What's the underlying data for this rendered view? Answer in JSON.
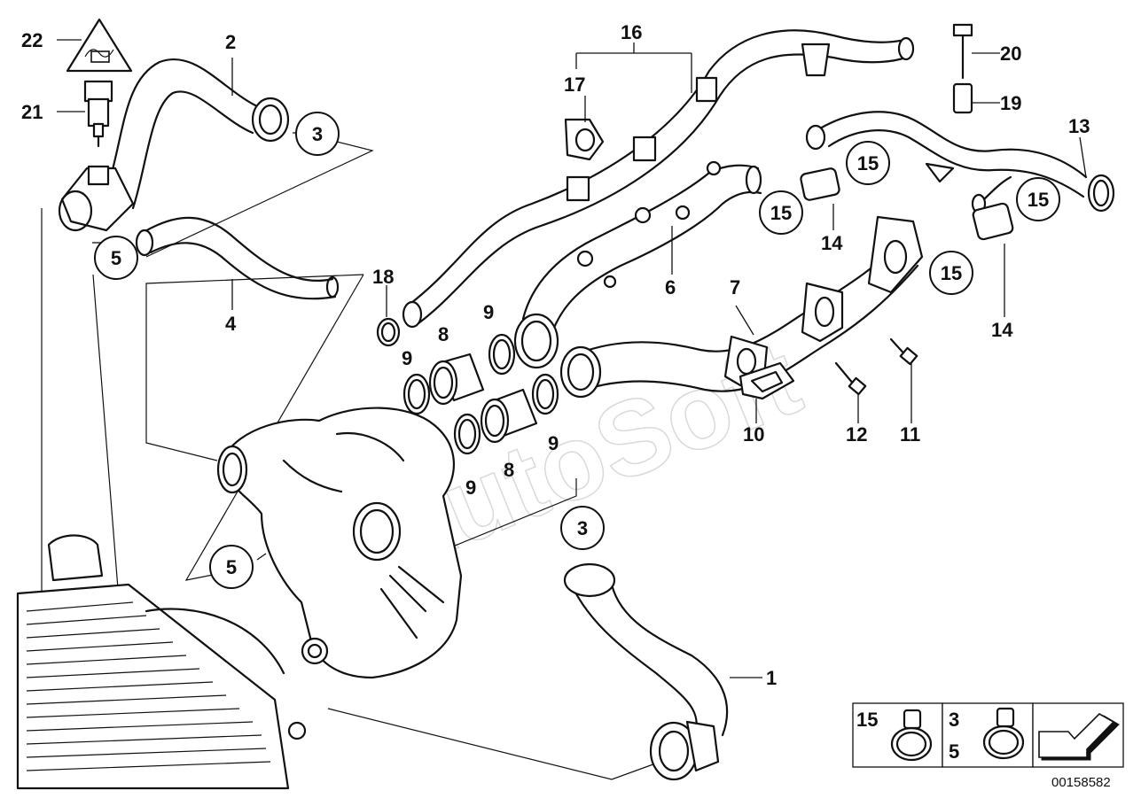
{
  "diagram": {
    "document_id": "00158582",
    "watermark": "AutoSoft",
    "part_labels": {
      "p1": "1",
      "p2": "2",
      "p4": "4",
      "p6": "6",
      "p7": "7",
      "p8a": "8",
      "p8b": "8",
      "p9a": "9",
      "p9b": "9",
      "p9c": "9",
      "p9d": "9",
      "p10": "10",
      "p11": "11",
      "p12": "12",
      "p13": "13",
      "p14a": "14",
      "p14b": "14",
      "p16": "16",
      "p17": "17",
      "p18": "18",
      "p19": "19",
      "p20": "20",
      "p21": "21",
      "p22": "22"
    },
    "circled_callouts": {
      "c3a": "3",
      "c3b": "3",
      "c5a": "5",
      "c5b": "5",
      "c15a": "15",
      "c15b": "15",
      "c15c": "15",
      "c15d": "15"
    },
    "legend": {
      "clamp_a_label": "15",
      "clamp_b_label_top": "3",
      "clamp_b_label_bottom": "5"
    }
  }
}
